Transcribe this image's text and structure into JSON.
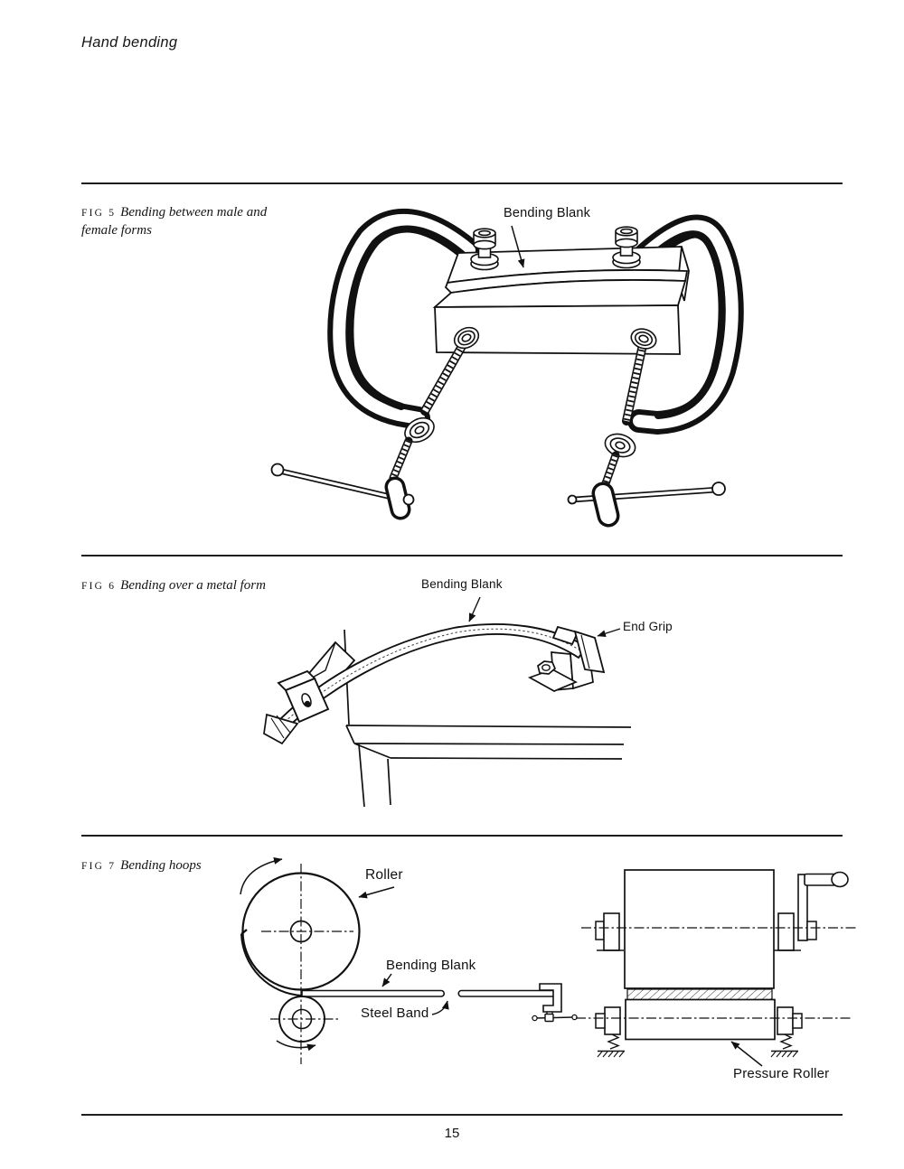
{
  "page": {
    "running_head": "Hand bending",
    "page_number": "15"
  },
  "colors": {
    "ink": "#1a1a1a",
    "paper": "#ffffff"
  },
  "figures": {
    "fig5": {
      "tag": "FIG 5",
      "caption_line1": "Bending between male and",
      "caption_line2": "female forms",
      "label_bending_blank": "Bending Blank"
    },
    "fig6": {
      "tag": "FIG 6",
      "caption_line1": "Bending over a metal form",
      "label_bending_blank": "Bending Blank",
      "label_end_grip": "End Grip"
    },
    "fig7": {
      "tag": "FIG 7",
      "caption_line1": "Bending hoops",
      "label_roller": "Roller",
      "label_bending_blank": "Bending Blank",
      "label_steel_band": "Steel Band",
      "label_pressure_roller": "Pressure Roller"
    }
  }
}
